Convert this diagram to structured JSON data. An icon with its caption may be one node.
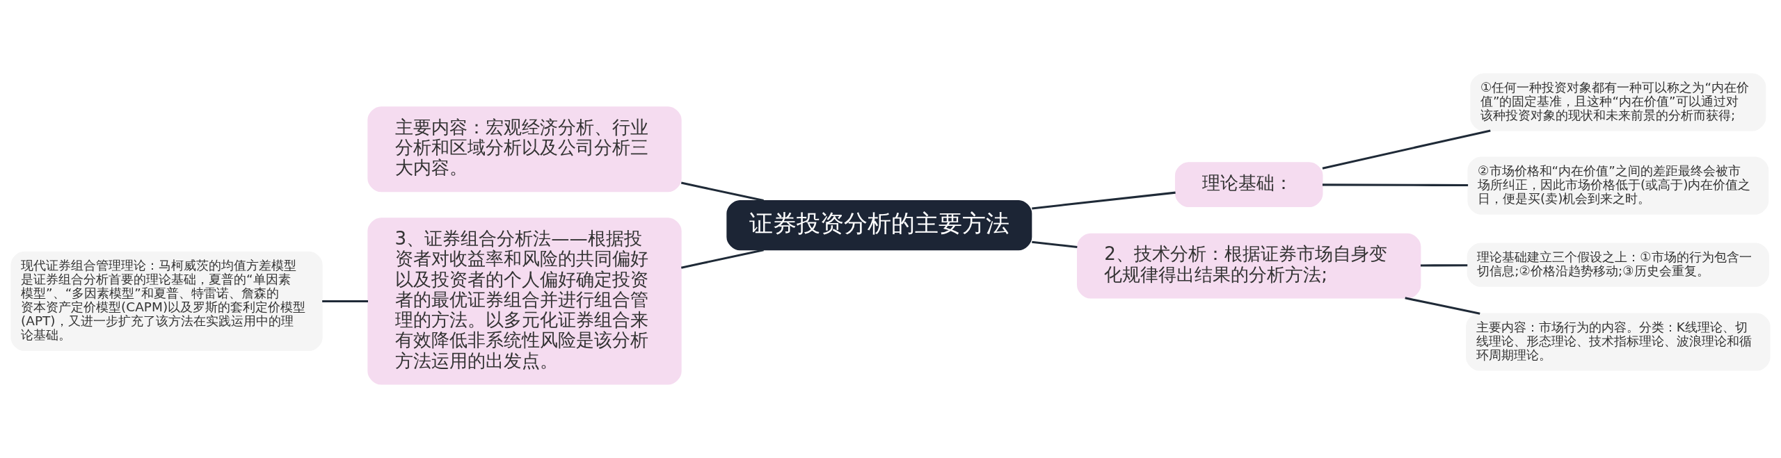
{
  "diagram": {
    "nodes": [
      {
        "text": [
          "证券投资分析的主要方法"
        ]
      },
      {
        "text": [
          "主要内容：宏观经济分析、行业分析和区域分析以及公司分析三大内容。"
        ]
      },
      {
        "text": [
          "3、证券组合分析法——根据投资者对收益率和风险的共同偏好以及投资者的个人偏好确定投资者的最优证券组合并进行组合管理的方法。以多元化证券组合来有效降低非系统性风险是该分析方法运用的出发点。"
        ]
      },
      {
        "text": [
          "现代证券组合管理理论：马柯威茨的均值方差模型是证券组合分析首要的理论基础，夏普的“单因素模型”、“多因素模型”和夏普、特雷诺、詹森的资本资产定价模型(CAPM)以及罗斯的套利定价模型(APT)，又进一步扩充了该方法在实践运用中的理论基础。"
        ]
      },
      {
        "text": [
          "理论基础："
        ]
      },
      {
        "text": [
          "①任何一种投资对象都有一种可以称之为“内在价值”的固定基准，且这种“内在价值”可以通过对该种投资对象的现状和未来前景的分析而获得;"
        ]
      },
      {
        "text": [
          "②市场价格和“内在价值”之间的差距最终会被市场所纠正，因此市场价格低于(或高于)内在价值之日，便是买(卖)机会到来之时。"
        ]
      },
      {
        "text": [
          "2、技术分析：根据证券市场自身变化规律得出结果的分析方法;"
        ]
      },
      {
        "text": [
          "理论基础建立三个假设之上：①市场的行为包含一切信息;②价格沿趋势移动;③历史会重复。"
        ]
      },
      {
        "text": [
          "主要内容：市场行为的内容。分类：K线理论、切线理论、形态理论、技术指标理论、波浪理论和循环周期理论。"
        ]
      }
    ],
    "edges": [
      {
        "from": 0,
        "to": 1,
        "arrow": "none"
      },
      {
        "from": 0,
        "to": 2,
        "arrow": "none"
      },
      {
        "from": 2,
        "to": 3,
        "arrow": "none"
      },
      {
        "from": 0,
        "to": 4,
        "arrow": "none"
      },
      {
        "from": 4,
        "to": 5,
        "arrow": "none"
      },
      {
        "from": 4,
        "to": 6,
        "arrow": "none"
      },
      {
        "from": 0,
        "to": 7,
        "arrow": "none"
      },
      {
        "from": 7,
        "to": 8,
        "arrow": "none"
      },
      {
        "from": 7,
        "to": 9,
        "arrow": "none"
      }
    ]
  }
}
